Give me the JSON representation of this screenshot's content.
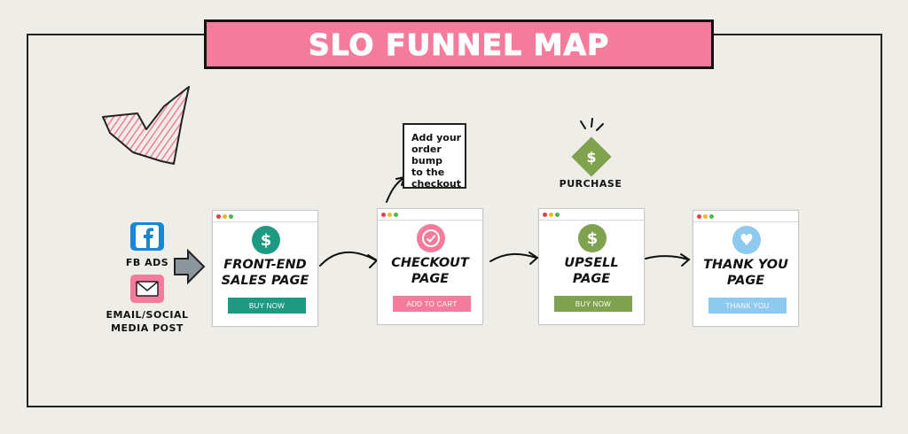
{
  "title": "SLO FUNNEL MAP",
  "sources": [
    {
      "label": "FB ADS",
      "icon": "facebook-icon",
      "color": "#1a87d6"
    },
    {
      "label": "EMAIL/SOCIAL\nMEDIA POST",
      "icon": "email-icon",
      "color": "#f47b9b"
    }
  ],
  "cards": [
    {
      "label": "FRONT-END\nSALES PAGE",
      "button": "BUY NOW",
      "badge_icon": "dollar-icon",
      "badge_glyph": "$",
      "color": "#1e9a83"
    },
    {
      "label": "CHECKOUT\nPAGE",
      "button": "ADD TO CART",
      "badge_icon": "check-circle-icon",
      "badge_glyph": "✓",
      "color": "#f47b9b"
    },
    {
      "label": "UPSELL\nPAGE",
      "button": "BUY NOW",
      "badge_icon": "dollar-icon",
      "badge_glyph": "$",
      "color": "#7fa24f"
    },
    {
      "label": "THANK YOU\nPAGE",
      "button": "THANK YOU",
      "badge_icon": "heart-icon",
      "badge_glyph": "♥",
      "color": "#8ec9f0"
    }
  ],
  "note": "Add your\norder bump\nto the\ncheckout",
  "purchase": {
    "label": "PURCHASE",
    "glyph": "$",
    "icon": "dollar-diamond-icon",
    "color": "#7fa24f"
  },
  "window_dot_colors": [
    "#e0443b",
    "#f5b52e",
    "#4cb84c"
  ],
  "crown_color": "#f47b9b"
}
